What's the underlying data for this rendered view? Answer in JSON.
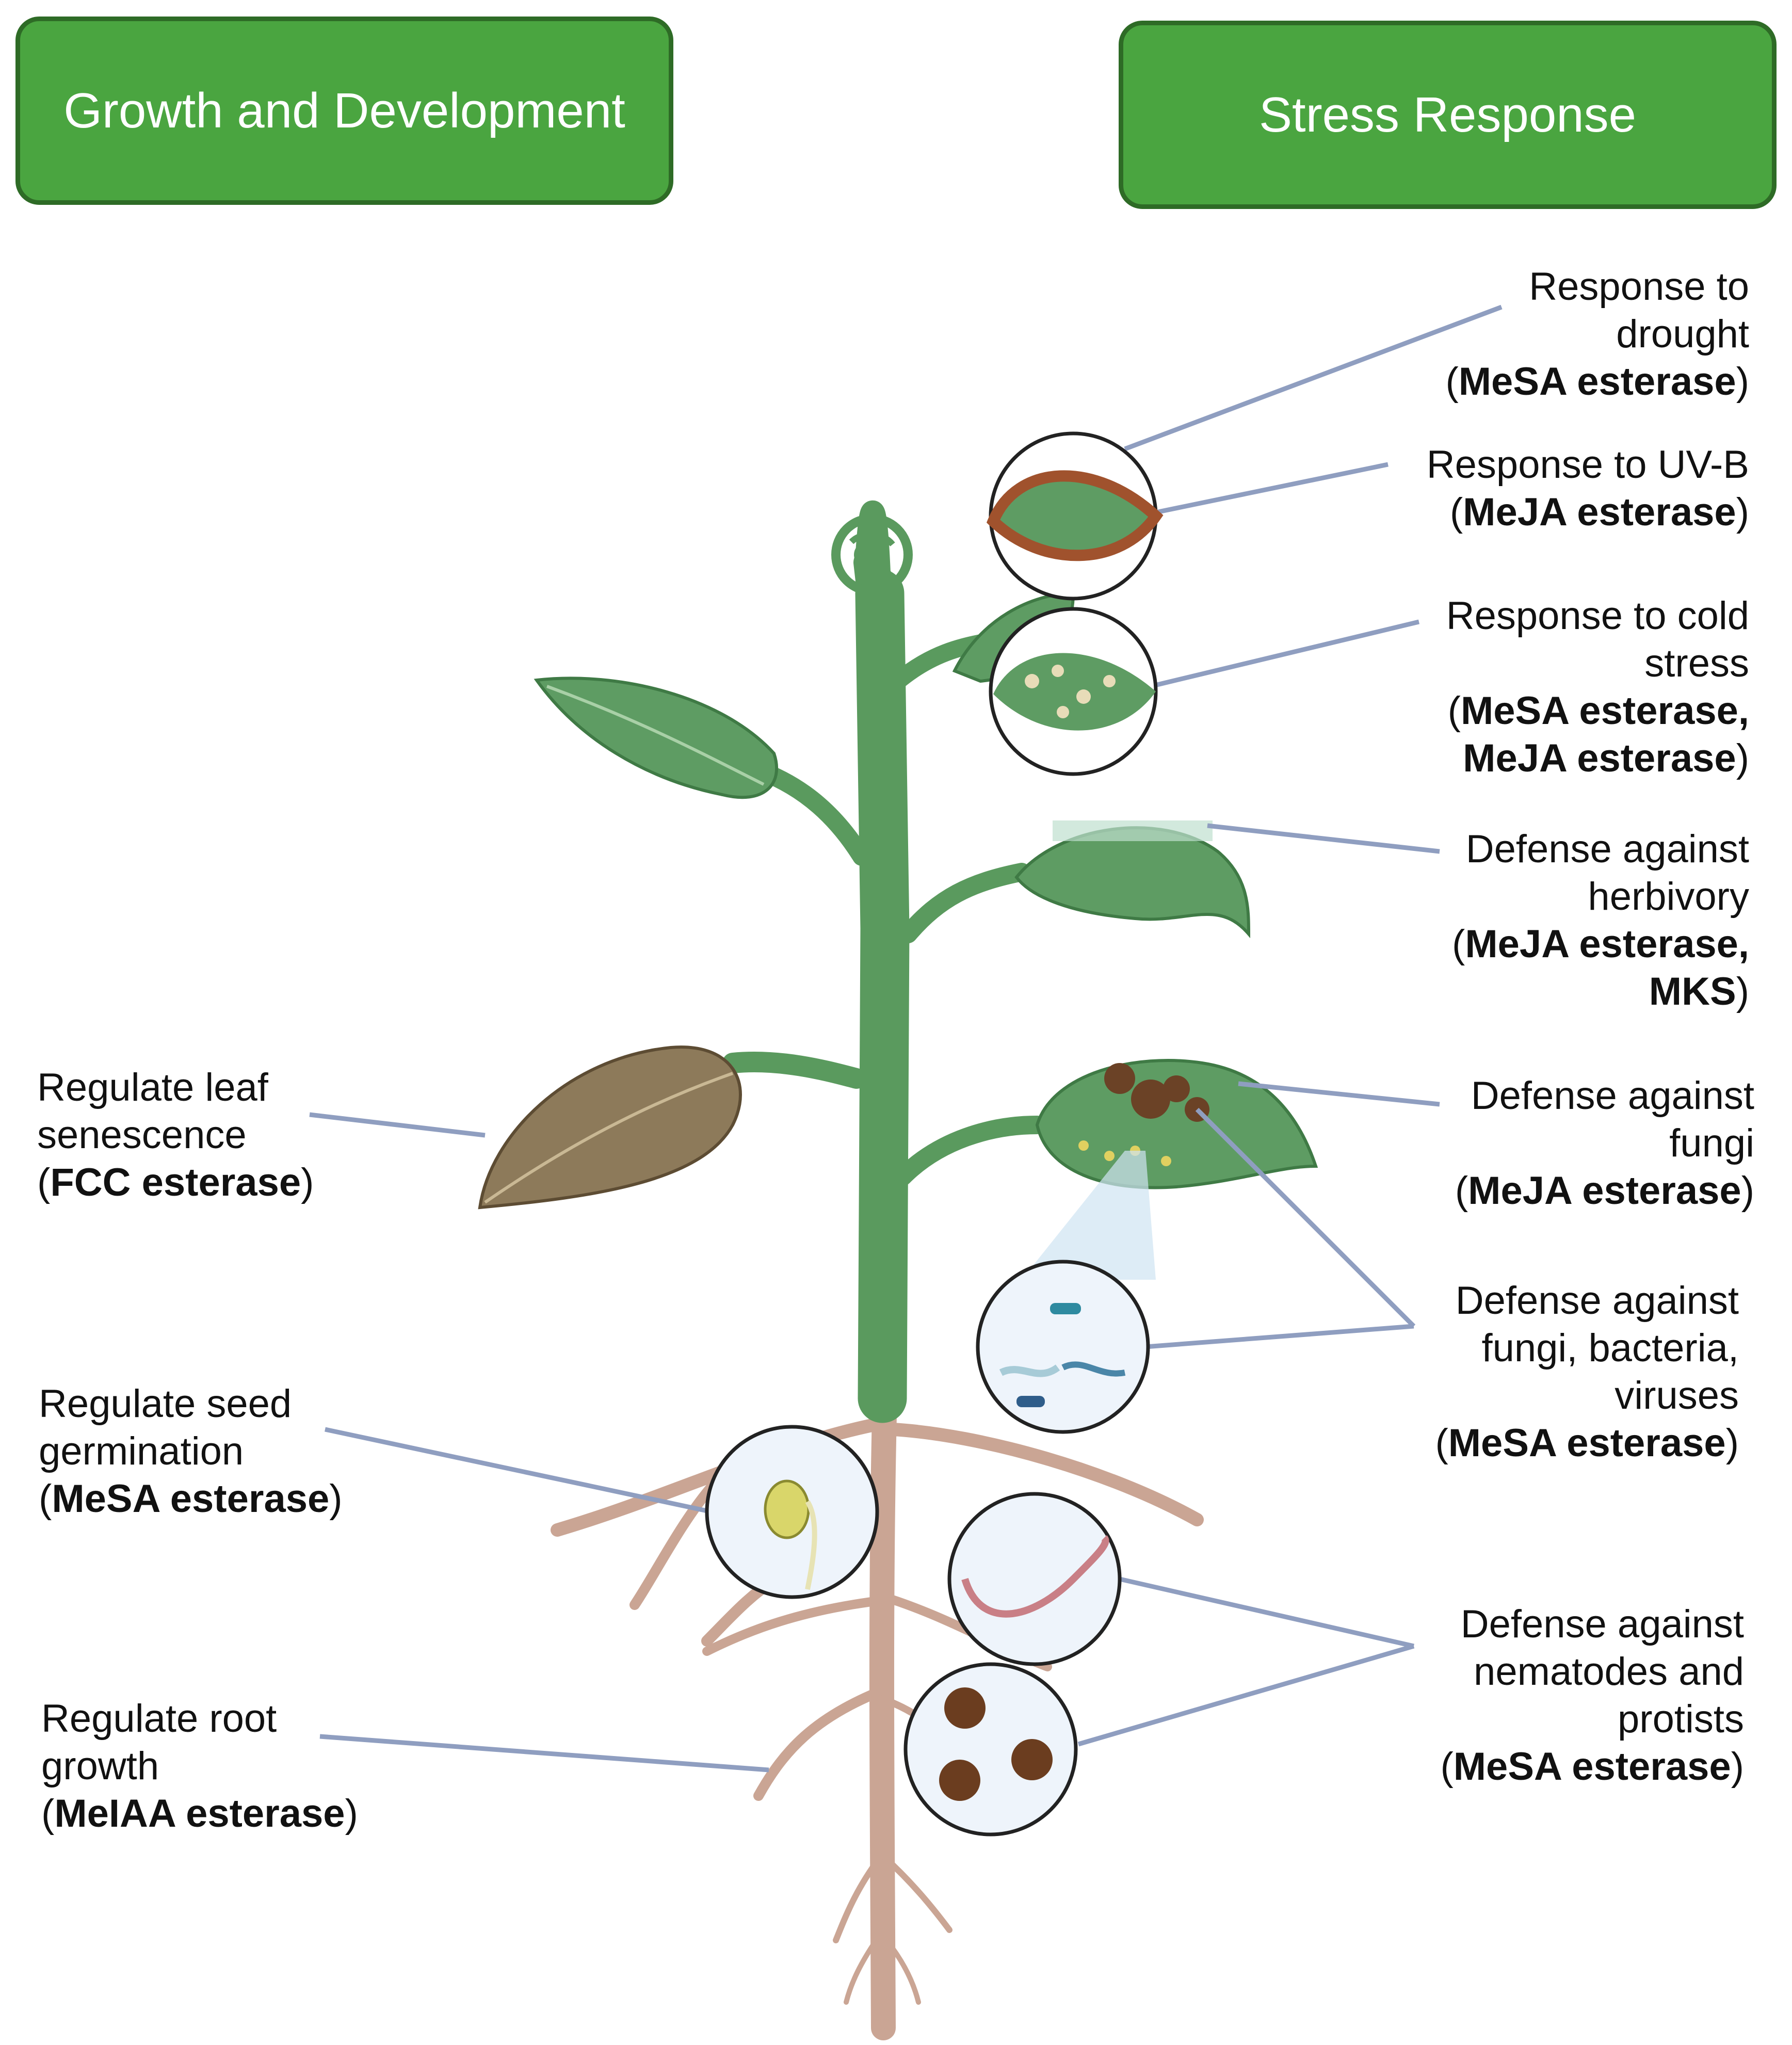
{
  "headers": {
    "growth": "Growth and Development",
    "stress": "Stress Response"
  },
  "labels": {
    "drought": {
      "line1": "Response to",
      "line2": "drought",
      "open": "(",
      "enzyme": "MeSA esterase",
      "close": ")"
    },
    "uvb": {
      "line1": "Response to UV-B",
      "open": "(",
      "enzyme": "MeJA esterase",
      "close": ")"
    },
    "cold": {
      "line1": "Response to cold",
      "line2": "stress",
      "open": "(",
      "enzyme1": "MeSA esterase,",
      "enzyme2": "MeJA esterase",
      "close": ")"
    },
    "herbivory": {
      "line1": "Defense against",
      "line2": "herbivory",
      "open": "(",
      "enzyme1": "MeJA esterase,",
      "enzyme2": "MKS",
      "close": ")"
    },
    "fungi": {
      "line1": "Defense against",
      "line2": "fungi",
      "open": "(",
      "enzyme": "MeJA esterase",
      "close": ")"
    },
    "microbes": {
      "line1": "Defense against",
      "line2": "fungi, bacteria,",
      "line3": "viruses",
      "open": "(",
      "enzyme": "MeSA esterase",
      "close": ")"
    },
    "nematodes": {
      "line1": "Defense against",
      "line2": "nematodes and",
      "line3": "protists",
      "open": "(",
      "enzyme": "MeSA esterase",
      "close": ")"
    },
    "senescence": {
      "line1": "Regulate leaf",
      "line2": "senescence",
      "open": "(",
      "enzyme": "FCC esterase",
      "close": ")"
    },
    "germination": {
      "line1": "Regulate seed",
      "line2": "germination",
      "open": "(",
      "enzyme": "MeSA esterase",
      "close": ")"
    },
    "root": {
      "line1": "Regulate root",
      "line2": "growth",
      "open": "(",
      "enzyme": "MeIAA esterase",
      "close": ")"
    }
  },
  "colors": {
    "header_fill": "#4aa540",
    "header_border": "#2e6b26",
    "stem": "#5a9a5e",
    "leaf": "#5e9c63",
    "dead_leaf": "#8d7a5a",
    "root": "#caa594",
    "connector": "#8f9ec0"
  }
}
